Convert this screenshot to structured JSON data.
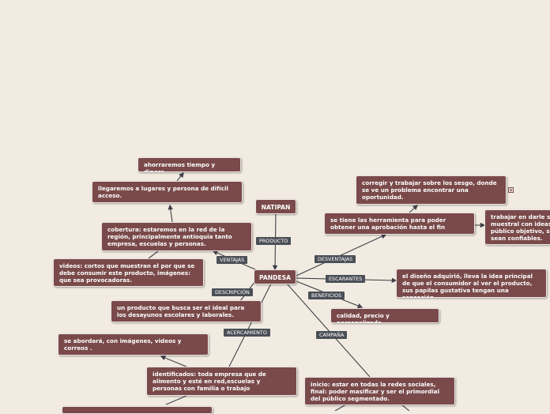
{
  "nodes": {
    "natipan": "NATIPAN",
    "pandesa": "PANDESA",
    "ahorrar": "ahorraremos tiempo y dinero",
    "llegaremos": "llegaremos a lugares y persona de difícil acceso.",
    "cobertura": "cobertura: estaremos en la red de la región, principalmente antioquia tanto empresa, escuelas y personas.",
    "videos": "videos: cortos que muestran el por que se debe consumir este producto, imágenes: que sea provocadoras.",
    "producto_ideal": "un producto que busca ser el ideal para los desayunos escolares y laborales.",
    "abordara": "se abordará, con imágenes, videos y correos .",
    "identificados": "identificados: toda empresa que de alimento y esté en red,escuelas y personas con familia o trabajo",
    "corregir": "corregir y trabajar sobre los sesgo, donde se ve un problema encontrar una oportunidad.",
    "herramienta": "se tiene las herramienta para poder obtener una aprobación hasta el fin",
    "trabajar": "trabajar en darle se muestral con ideas público objetivo, so sean confiables.",
    "diseno": "el diseño adquirió, lleva la idea principal de que el consumidor al ver el producto, sus papilas gustativa tengan una sensación.",
    "calidad": "calidad, precio y personalizado",
    "inicio": "inicio: estar en todas la redes sociales, final: poder masificar y ser el primordial del público segmentado."
  },
  "labels": {
    "producto": "PRODUCTO",
    "ventajas": "VENTAJAS",
    "descripcion": "DESCRIPCIÓN",
    "acercamiento": "ACERCAMIENTO",
    "desventajas": "DESVENTAJAS",
    "escarantes": "ESCARANTES",
    "beneficios": "BENEFICIOS",
    "campana": "CAMPAÑA"
  },
  "colors": {
    "background": "#f1ebe1",
    "node": "#7a4a4a",
    "label": "#4b4f57",
    "connector": "#3f4148"
  },
  "icons": [
    "note-icon"
  ]
}
